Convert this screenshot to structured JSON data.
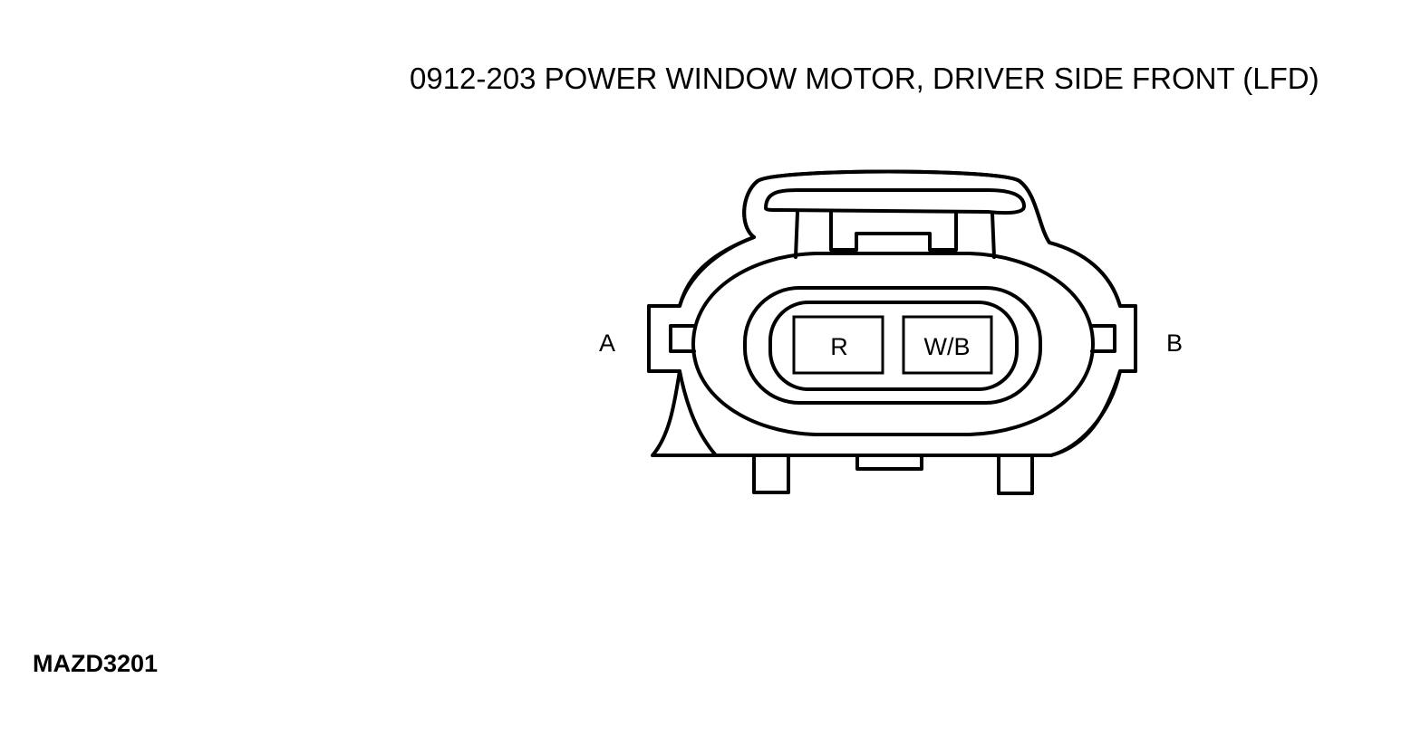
{
  "title": "0912-203 POWER WINDOW MOTOR, DRIVER SIDE FRONT (LFD)",
  "diagram_code": "MAZD3201",
  "side_labels": {
    "left": "A",
    "right": "B"
  },
  "pins": [
    {
      "label": "R"
    },
    {
      "label": "W/B"
    }
  ]
}
